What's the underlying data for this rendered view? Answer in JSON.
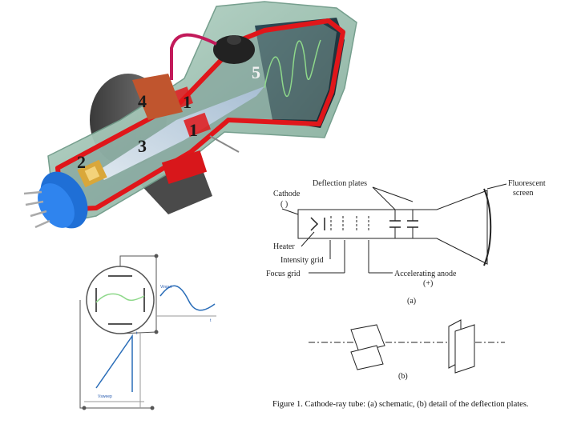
{
  "tube_illustration": {
    "part_numbers": {
      "n1a": "1",
      "n1b": "1",
      "n2": "2",
      "n3": "3",
      "n4": "4",
      "n5": "5"
    }
  },
  "schematic": {
    "labels": {
      "cathode": "Cathode",
      "cathode_sign": "( )",
      "deflection_plates": "Deflection plates",
      "fluorescent_screen_1": "Fluorescent",
      "fluorescent_screen_2": "screen",
      "heater": "Heater",
      "intensity_grid": "Intensity grid",
      "focus_grid": "Focus grid",
      "accelerating_anode": "Accelerating anode",
      "anode_sign": "(+)"
    },
    "sublabel_a": "(a)",
    "sublabel_b": "(b)",
    "caption": "Figure 1.  Cathode-ray tube: (a) schematic, (b) detail of the deflection plates."
  },
  "sweep_diagram": {
    "labels": {
      "v_input": "Vinput",
      "v_sweep": "Vsweep",
      "t_axis_1": "t",
      "t_axis_2": "t"
    }
  },
  "colors": {
    "glass": "#9ec4b4",
    "glass_edge": "#6f9a88",
    "screen": "#1f3540",
    "tube_red": "#e0161a",
    "base_blue": "#1f6fd6",
    "beam": "#c9d6e6",
    "green_trace": "#8ed88a",
    "blue_trace": "#2a6db8"
  }
}
